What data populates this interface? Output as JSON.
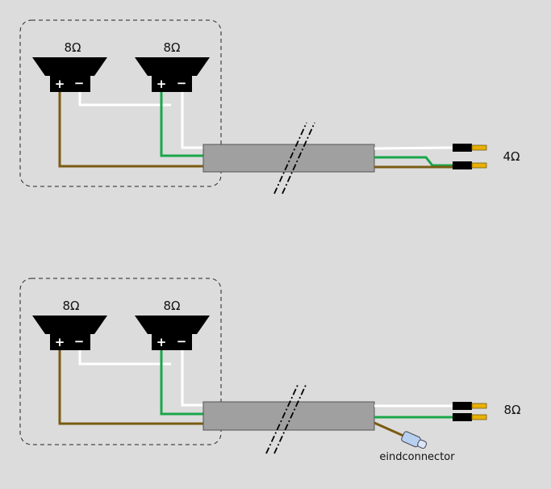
{
  "diagrams": [
    {
      "speaker_left_label": "8Ω",
      "speaker_right_label": "8Ω",
      "plus": "+",
      "minus": "−",
      "output_label": "4Ω"
    },
    {
      "speaker_left_label": "8Ω",
      "speaker_right_label": "8Ω",
      "plus": "+",
      "minus": "−",
      "output_label": "8Ω",
      "connector_label": "eindconnector"
    }
  ],
  "colors": {
    "background": "#dcdcdc",
    "speaker": "#000000",
    "cable": "#a0a0a0",
    "wire_brown": "#7a5c12",
    "wire_white": "#ffffff",
    "wire_green": "#1aa64a",
    "plug_tip": "#e8b000",
    "connector": "#b8d0f0"
  }
}
